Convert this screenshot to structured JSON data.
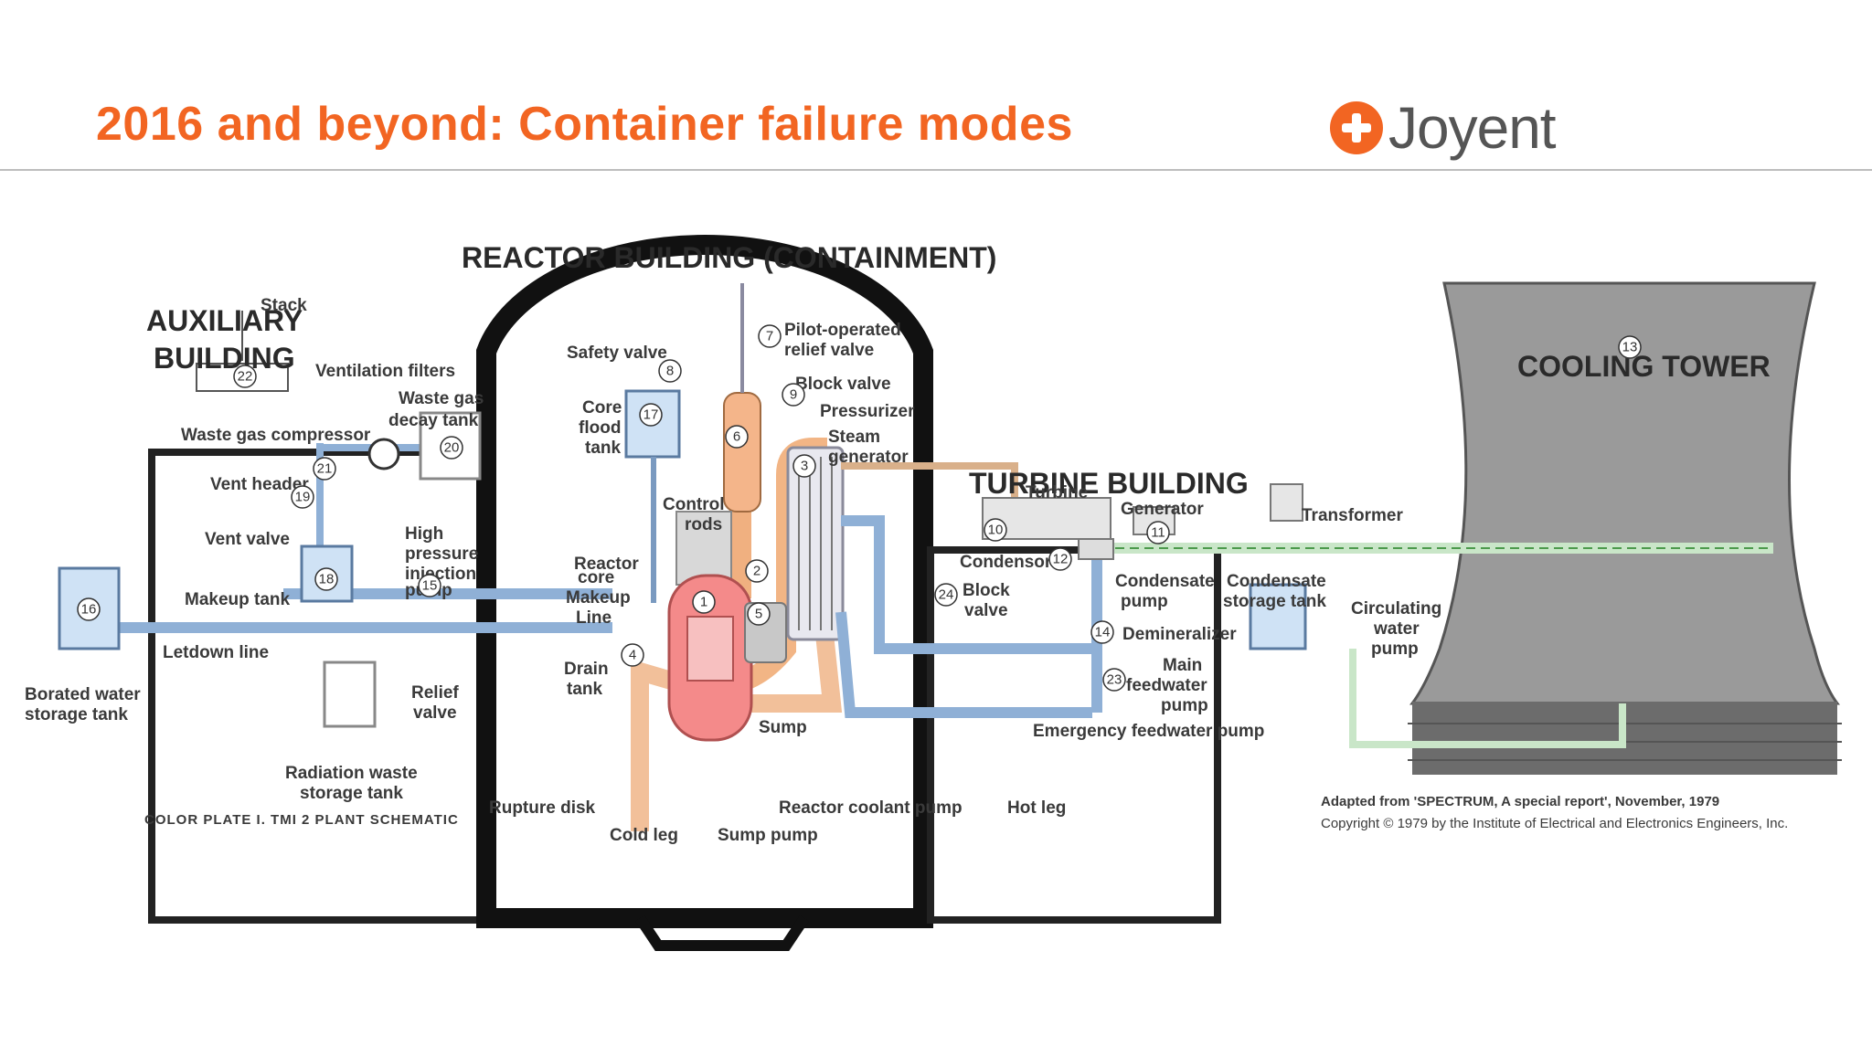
{
  "slide": {
    "title": "2016 and beyond: Container failure modes",
    "logo_text": "Joyent",
    "accent_color": "#f26522",
    "logo_icon": "plus-circle-icon"
  },
  "diagram": {
    "headings": {
      "reactor_building": "REACTOR BUILDING (CONTAINMENT)",
      "auxiliary_building_1": "AUXILIARY",
      "auxiliary_building_2": "BUILDING",
      "turbine_building": "TURBINE BUILDING",
      "cooling_tower": "COOLING TOWER"
    },
    "labels": {
      "stack": "Stack",
      "ventilation_filters": "Ventilation filters",
      "waste_gas_decay_tank_1": "Waste gas",
      "waste_gas_decay_tank_2": "decay tank",
      "waste_gas_compressor": "Waste gas compressor",
      "vent_header": "Vent header",
      "vent_valve": "Vent valve",
      "hp_injection_1": "High",
      "hp_injection_2": "pressure",
      "hp_injection_3": "injection",
      "hp_injection_4": "pump",
      "makeup_tank": "Makeup tank",
      "letdown_line": "Letdown line",
      "borated_water_1": "Borated water",
      "borated_water_2": "storage tank",
      "relief_valve_1": "Relief",
      "relief_valve_2": "valve",
      "radiation_waste_1": "Radiation waste",
      "radiation_waste_2": "storage tank",
      "rupture_disk": "Rupture disk",
      "cold_leg": "Cold leg",
      "sump_pump": "Sump pump",
      "reactor_coolant_pump": "Reactor coolant pump",
      "hot_leg": "Hot leg",
      "sump": "Sump",
      "drain_tank_1": "Drain",
      "drain_tank_2": "tank",
      "reactor_core_1": "Reactor",
      "reactor_core_2": "core",
      "makeup_line_1": "Makeup",
      "makeup_line_2": "Line",
      "control_rods_1": "Control",
      "control_rods_2": "rods",
      "core_flood_tank_1": "Core",
      "core_flood_tank_2": "flood",
      "core_flood_tank_3": "tank",
      "safety_valve": "Safety valve",
      "pilot_relief_1": "Pilot-operated",
      "pilot_relief_2": "relief valve",
      "block_valve": "Block valve",
      "pressurizer": "Pressurizer",
      "steam_generator_1": "Steam",
      "steam_generator_2": "generator",
      "turbine": "Turbine",
      "generator": "Generator",
      "transformer": "Transformer",
      "condensor": "Condensor",
      "block_valve_24_1": "Block",
      "block_valve_24_2": "valve",
      "condensate_pump_1": "Condensate",
      "condensate_pump_2": "pump",
      "condensate_storage_1": "Condensate",
      "condensate_storage_2": "storage tank",
      "demineralizer": "Demineralizer",
      "main_feedwater_1": "Main",
      "main_feedwater_2": "feedwater",
      "main_feedwater_3": "pump",
      "circulating_water_1": "Circulating",
      "circulating_water_2": "water",
      "circulating_water_3": "pump",
      "emergency_feedwater_pump": "Emergency feedwater pump"
    },
    "numbers": [
      "1",
      "2",
      "3",
      "4",
      "5",
      "6",
      "7",
      "8",
      "9",
      "10",
      "11",
      "12",
      "13",
      "14",
      "15",
      "16",
      "17",
      "18",
      "19",
      "20",
      "21",
      "22",
      "23",
      "24"
    ],
    "caption": "COLOR PLATE I.  TMI 2  PLANT SCHEMATIC",
    "credit_1": "Adapted from 'SPECTRUM, A special report', November, 1979",
    "credit_2": "Copyright © 1979 by the Institute of Electrical and Electronics Engineers, Inc."
  }
}
